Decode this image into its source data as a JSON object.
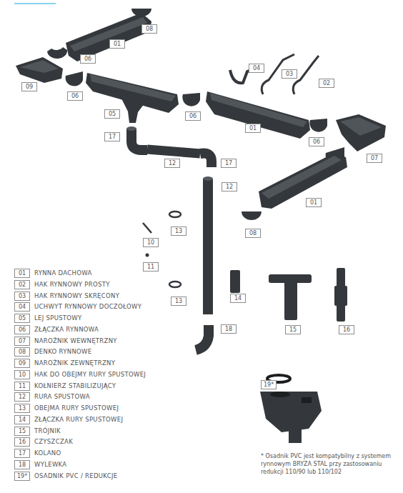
{
  "diagram": {
    "nodes": [
      {
        "text": [
          "08"
        ]
      },
      {
        "text": [
          "01"
        ]
      },
      {
        "text": [
          "06"
        ]
      },
      {
        "text": [
          "09"
        ]
      },
      {
        "text": [
          "06"
        ]
      },
      {
        "text": [
          "04"
        ]
      },
      {
        "text": [
          "03"
        ]
      },
      {
        "text": [
          "02"
        ]
      },
      {
        "text": [
          "05"
        ]
      },
      {
        "text": [
          "06"
        ]
      },
      {
        "text": [
          "01"
        ]
      },
      {
        "text": [
          "06"
        ]
      },
      {
        "text": [
          "07"
        ]
      },
      {
        "text": [
          "17"
        ]
      },
      {
        "text": [
          "12"
        ]
      },
      {
        "text": [
          "17"
        ]
      },
      {
        "text": [
          "12"
        ]
      },
      {
        "text": [
          "01"
        ]
      },
      {
        "text": [
          "08"
        ]
      },
      {
        "text": [
          "13"
        ]
      },
      {
        "text": [
          "10"
        ]
      },
      {
        "text": [
          "11"
        ]
      },
      {
        "text": [
          "13"
        ]
      },
      {
        "text": [
          "14"
        ]
      },
      {
        "text": [
          "15"
        ]
      },
      {
        "text": [
          "16"
        ]
      },
      {
        "text": [
          "18"
        ]
      },
      {
        "text": [
          "19*"
        ]
      },
      {
        "text": [
          "01",
          "RYNNA DACHOWA"
        ]
      },
      {
        "text": [
          "02",
          "HAK RYNNOWY PROSTY"
        ]
      },
      {
        "text": [
          "03",
          "HAK RYNNOWY SKRĘCONY"
        ]
      },
      {
        "text": [
          "04",
          "UCHWYT RYNNOWY DOCZOŁOWY"
        ]
      },
      {
        "text": [
          "05",
          "LEJ SPUSTOWY"
        ]
      },
      {
        "text": [
          "06",
          "ZŁĄCZKA RYNNOWA"
        ]
      },
      {
        "text": [
          "07",
          "NAROŻNIK WEWNĘTRZNY"
        ]
      },
      {
        "text": [
          "08",
          "DENKO RYNNOWE"
        ]
      },
      {
        "text": [
          "09",
          "NAROŻNIK ZEWNĘTRZNY"
        ]
      },
      {
        "text": [
          "10",
          "HAK DO OBEJMY RURY SPUSTOWEJ"
        ]
      },
      {
        "text": [
          "11",
          "KOŁNIERZ STABILIZUJĄCY"
        ]
      },
      {
        "text": [
          "12",
          "RURA SPUSTOWA"
        ]
      },
      {
        "text": [
          "13",
          "OBEJMA RURY SPUSTOWEJ"
        ]
      },
      {
        "text": [
          "14",
          "ZŁĄCZKA RURY SPUSTOWEJ"
        ]
      },
      {
        "text": [
          "15",
          "TRÓJNIK"
        ]
      },
      {
        "text": [
          "16",
          "CZYSZCZAK"
        ]
      },
      {
        "text": [
          "17",
          "KOLANO"
        ]
      },
      {
        "text": [
          "18",
          "WYLEWKA"
        ]
      },
      {
        "text": [
          "19*",
          "OSADNIK PVC / REDUKCJE"
        ]
      }
    ],
    "labels": [
      "* Osadnik PVC jest kompatybilny z systemem rynnowym BRYZA STAL przy zastosowaniu redukcji 110/90 lub 110/102"
    ]
  }
}
